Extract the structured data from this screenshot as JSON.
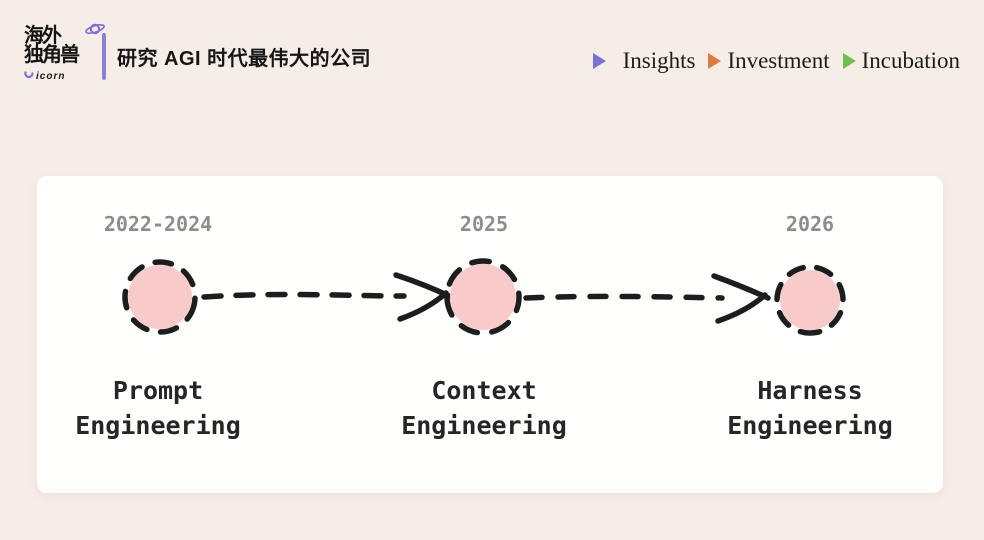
{
  "header": {
    "logo": {
      "line1": "海外",
      "line2": "独角兽",
      "wordmark": "icorn",
      "accent_color": "#7b6fd6"
    },
    "divider_color": "#8b80d9",
    "tagline": "研究 AGI 时代最伟大的公司",
    "nav": [
      {
        "label": "Insights",
        "bullet": "triangle-right-icon",
        "color": "#7b71d6"
      },
      {
        "label": "Investment",
        "bullet": "triangle-right-icon",
        "color": "#e0793c"
      },
      {
        "label": "Incubation",
        "bullet": "triangle-right-icon",
        "color": "#6dbf4e"
      }
    ]
  },
  "timeline": {
    "stages": [
      {
        "year": "2022-2024",
        "label": "Prompt\nEngineering"
      },
      {
        "year": "2025",
        "label": "Context\nEngineering"
      },
      {
        "year": "2026",
        "label": "Harness\nEngineering"
      }
    ],
    "node_fill_color": "#f9caca",
    "ink_color": "#1d1d1d",
    "year_color": "#8d8d8d"
  }
}
